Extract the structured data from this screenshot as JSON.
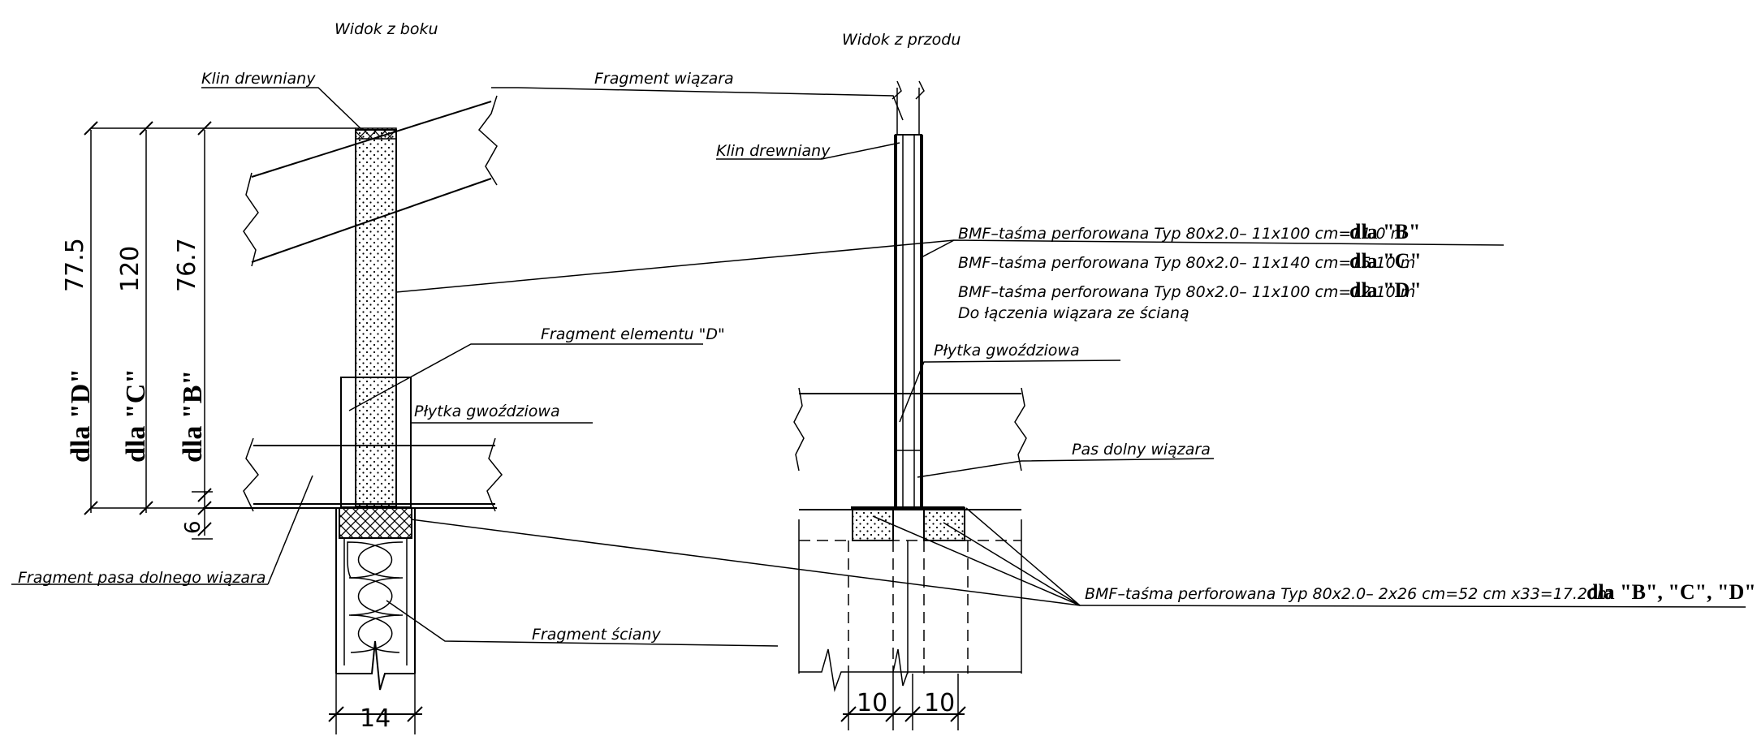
{
  "titles": {
    "side_view": "Widok z boku",
    "front_view": "Widok z przodu"
  },
  "side_view": {
    "wooden_wedge": "Klin drewniany",
    "truss_fragment": "Fragment wiązara",
    "element_d_fragment": "Fragment elementu \"D\"",
    "nail_plate": "Płytka gwoździowa",
    "bottom_chord_fragment": "Fragment pasa dolnego wiązara",
    "wall_fragment": "Fragment ściany",
    "wall_width": "14"
  },
  "dimensions": [
    {
      "label": "dla \"D\"",
      "value": "77.5"
    },
    {
      "label": "dla \"C\"",
      "value": "120"
    },
    {
      "label": "dla \"B\"",
      "value": "76.7"
    }
  ],
  "dim_small": "6",
  "front_view": {
    "wooden_wedge": "Klin drewniany",
    "nail_plate": "Płytka gwoździowa",
    "bottom_chord": "Pas dolny wiązara",
    "width_left": "10",
    "width_right": "10"
  },
  "callouts": [
    {
      "text": "BMF–taśma perforowana Typ 80x2.0– 11x100 cm=11.0 m",
      "bold": "dla \"B\""
    },
    {
      "text": "BMF–taśma perforowana Typ 80x2.0– 11x140 cm=15.10 m",
      "bold": "dla \"C\""
    },
    {
      "text": "BMF–taśma perforowana Typ 80x2.0– 11x100 cm=12.10 m",
      "bold": "dla \"D\""
    }
  ],
  "callout_note": "Do łączenia wiązara ze ścianą",
  "bottom_callout": {
    "text": "BMF–taśma perforowana Typ 80x2.0– 2x26 cm=52 cm x33=17.20m",
    "bold": "dla \"B\", \"C\", \"D\""
  }
}
